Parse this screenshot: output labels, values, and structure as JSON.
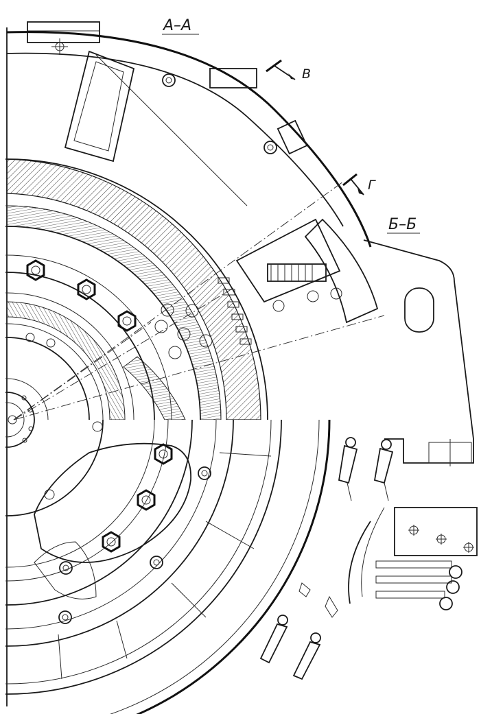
{
  "labels": {
    "section_aa": "А–А",
    "section_bb": "Б–Б",
    "view_v": "В",
    "view_g": "Г"
  },
  "colors": {
    "line": "#1c1c1c",
    "background": "#ffffff"
  }
}
